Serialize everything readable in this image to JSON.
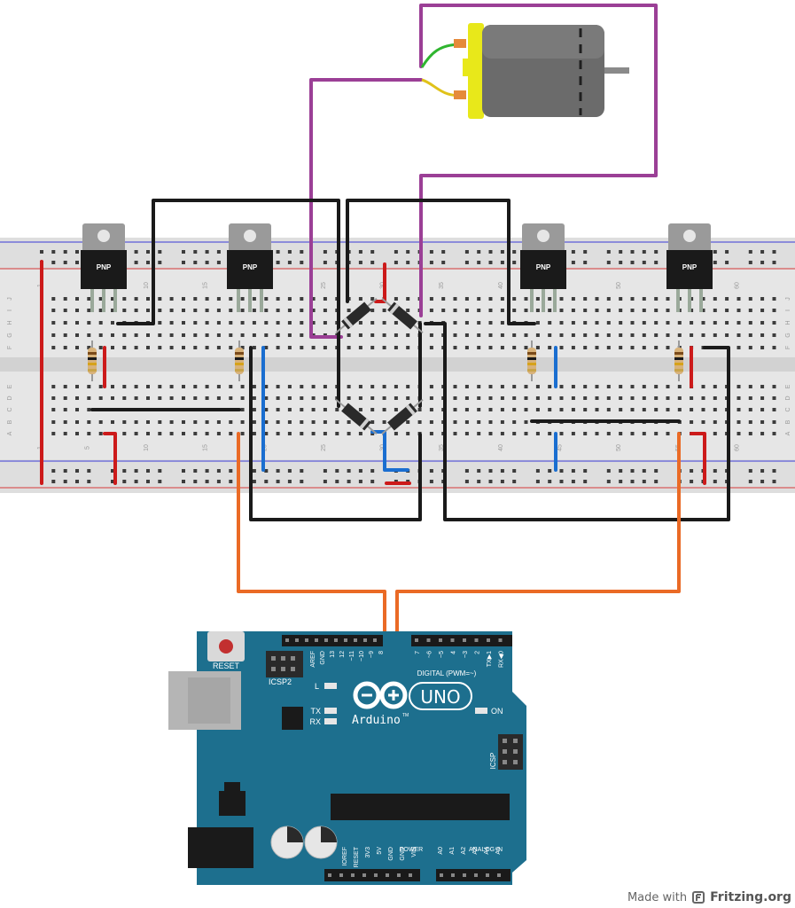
{
  "transistors": {
    "label": "PNP"
  },
  "breadboard": {
    "column_numbers": [
      "1",
      "5",
      "10",
      "15",
      "20",
      "25",
      "30",
      "35",
      "40",
      "45",
      "50",
      "55",
      "60"
    ],
    "row_letters": [
      "J",
      "I",
      "H",
      "G",
      "F",
      "E",
      "D",
      "C",
      "B",
      "A"
    ]
  },
  "arduino": {
    "reset_label": "RESET",
    "icsp2_label": "ICSP2",
    "icsp_label": "ICSP",
    "digital_label": "DIGITAL (PWM=~)",
    "led_l": "L",
    "led_tx": "TX",
    "led_rx": "RX",
    "led_on": "ON",
    "brand": "Arduino",
    "trademark": "TM",
    "model": "UNO",
    "power_label": "POWER",
    "analog_label": "ANALOG IN",
    "digital_pins": [
      "AREF",
      "GND",
      "13",
      "12",
      "~11",
      "~10",
      "~9",
      "8",
      "7",
      "~6",
      "~5",
      "4",
      "~3",
      "2",
      "TX▶1",
      "RX◀0"
    ],
    "power_pins": [
      "IOREF",
      "RESET",
      "3V3",
      "5V",
      "GND",
      "GND",
      "VIN"
    ],
    "analog_pins": [
      "A0",
      "A1",
      "A2",
      "A3",
      "A4",
      "A5"
    ]
  },
  "footer": {
    "made_with": "Made with",
    "brand": "Fritzing.org"
  },
  "colors": {
    "board": "#1d6f8e",
    "wire_black": "#1a1a1a",
    "wire_red": "#cc1a1a",
    "wire_blue": "#1a6ed0",
    "wire_purple": "#9b3f96",
    "wire_orange": "#ea6a25",
    "motor_body": "#6b6b6b",
    "motor_cap": "#e8e81a"
  }
}
